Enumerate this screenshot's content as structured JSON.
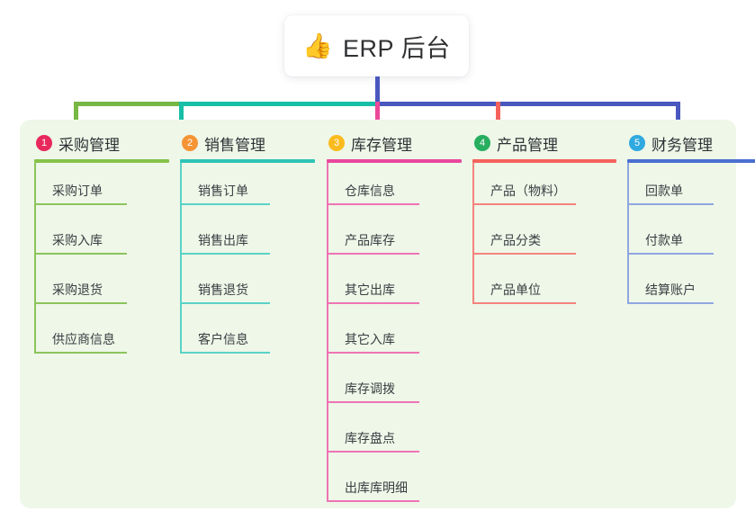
{
  "root": {
    "icon": "thumbs-up-icon",
    "emoji": "👍",
    "title": "ERP 后台"
  },
  "palette": {
    "panel_bg": "#eef7e8",
    "page_bg": "#ffffff",
    "stem": "#4a57bf",
    "bar_green": "#76b843",
    "bar_teal": "#16bfa6",
    "bar_blue": "#4a57bf",
    "drop_pink": "#ec4899",
    "drop_red": "#f4625c",
    "text": "#3b3d42"
  },
  "columns": [
    {
      "index": "1",
      "label": "采购管理",
      "badge_color": "#e8295b",
      "rule_color": "#86c34a",
      "line_color": "#8cc45c",
      "items": [
        {
          "label": "采购订单"
        },
        {
          "label": "采购入库"
        },
        {
          "label": "采购退货"
        },
        {
          "label": "供应商信息"
        }
      ]
    },
    {
      "index": "2",
      "label": "销售管理",
      "badge_color": "#f59434",
      "rule_color": "#2ec4b6",
      "line_color": "#5ad3c6",
      "items": [
        {
          "label": "销售订单"
        },
        {
          "label": "销售出库"
        },
        {
          "label": "销售退货"
        },
        {
          "label": "客户信息"
        }
      ]
    },
    {
      "index": "3",
      "label": "库存管理",
      "badge_color": "#fbbb1f",
      "rule_color": "#e8479f",
      "line_color": "#ef74b4",
      "items": [
        {
          "label": "仓库信息"
        },
        {
          "label": "产品库存"
        },
        {
          "label": "其它出库"
        },
        {
          "label": "其它入库"
        },
        {
          "label": "库存调拨"
        },
        {
          "label": "库存盘点"
        },
        {
          "label": "出库库明细"
        }
      ]
    },
    {
      "index": "4",
      "label": "产品管理",
      "badge_color": "#27ae5f",
      "rule_color": "#f4625c",
      "line_color": "#f5837e",
      "items": [
        {
          "label": "产品（物料）"
        },
        {
          "label": "产品分类"
        },
        {
          "label": "产品单位"
        }
      ]
    },
    {
      "index": "5",
      "label": "财务管理",
      "badge_color": "#2fa9e0",
      "rule_color": "#4a6fd0",
      "line_color": "#8fa6e0",
      "items": [
        {
          "label": "回款单"
        },
        {
          "label": "付款单"
        },
        {
          "label": "结算账户"
        }
      ]
    }
  ]
}
